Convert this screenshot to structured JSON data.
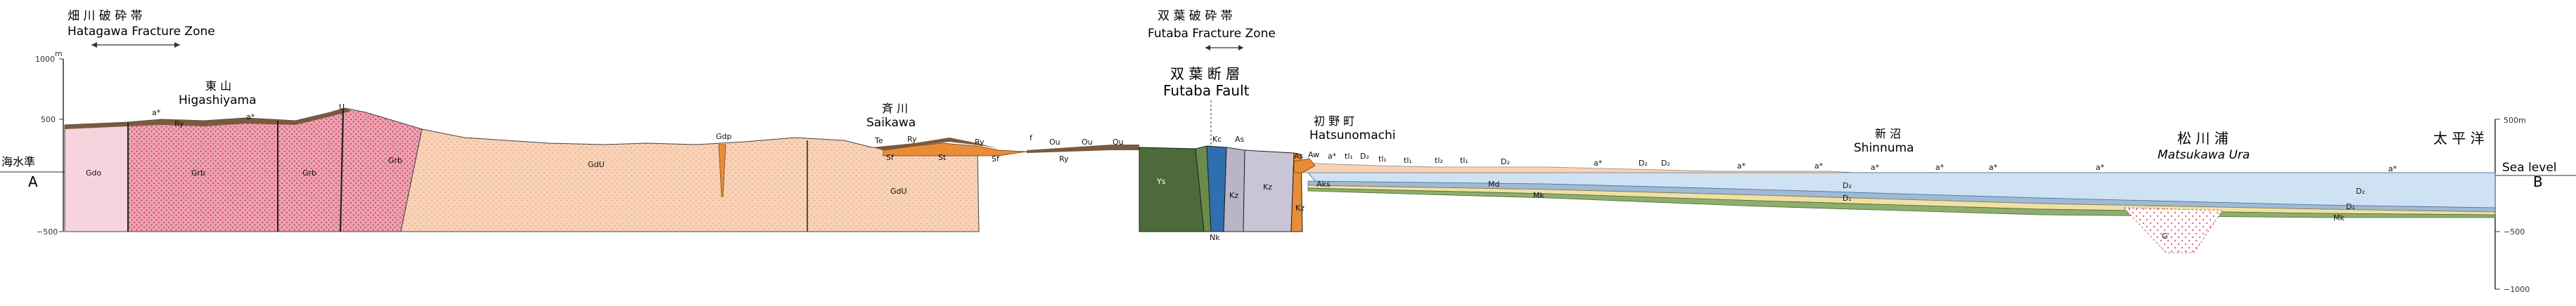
{
  "figure": {
    "hatagawa_zone": {
      "jp": "畑 川 破 砕 帯",
      "en": "Hatagawa Fracture Zone"
    },
    "futaba_zone": {
      "jp": "双 葉 破 砕 帯",
      "en": "Futaba Fracture Zone"
    },
    "futaba_fault": {
      "jp": "双 葉 断 層",
      "en": "Futaba Fault"
    },
    "places": {
      "higashiyama": {
        "jp": "東 山",
        "en": "Higashiyama"
      },
      "saikawa": {
        "jp": "斉 川",
        "en": "Saikawa"
      },
      "hatsunomachi": {
        "jp": "初 野 町",
        "en": "Hatsunomachi"
      },
      "shinnuma": {
        "jp": "新 沼",
        "en": "Shinnuma"
      },
      "matsukawa": {
        "jp": "松 川 浦",
        "en": "Matsukawa Ura"
      },
      "pacific": {
        "jp": "太 平 洋"
      }
    },
    "left_axis": {
      "unit": "m",
      "ticks": [
        "1000",
        "500",
        "−500"
      ],
      "sea_level_jp": "海水準",
      "end_label": "A"
    },
    "right_axis": {
      "ticks": [
        "500m",
        "−500",
        "−1000"
      ],
      "sea_level": "Sea level",
      "end_label": "B"
    },
    "units": {
      "Gdo": "Gdo",
      "Grb": "Grb",
      "GdU": "GdU",
      "Gdp": "Gdp",
      "U": "U",
      "Ry": "Ry",
      "Te": "Te",
      "Sf": "Sf",
      "St": "St",
      "f": "f",
      "Ou": "Ou",
      "Ys": "Ys",
      "Kc": "Kc",
      "As": "As",
      "Kz": "Kz",
      "Nk": "Nk",
      "Aw": "Aw",
      "Aks": "Aks",
      "tl1": "tl₁",
      "tl2": "tl₂",
      "D1": "D₁",
      "D2": "D₂",
      "Md": "Md",
      "Mk": "Mk",
      "G": "G",
      "astar": "a*"
    },
    "colors": {
      "pink_light": "#f7d3dd",
      "granite_pink": "#eca1b0",
      "granite_dots": "#c23b5a",
      "salmon": "#f8d2b6",
      "salmon_dots": "#e9a27e",
      "brown": "#7a5a3e",
      "sea_blue": "#cfe2f3",
      "green": "#4d6b3a",
      "blue": "#2f6fb0",
      "purple_grey": "#b9b5c6",
      "tan": "#efe1a6",
      "orange": "#e98c38"
    }
  }
}
